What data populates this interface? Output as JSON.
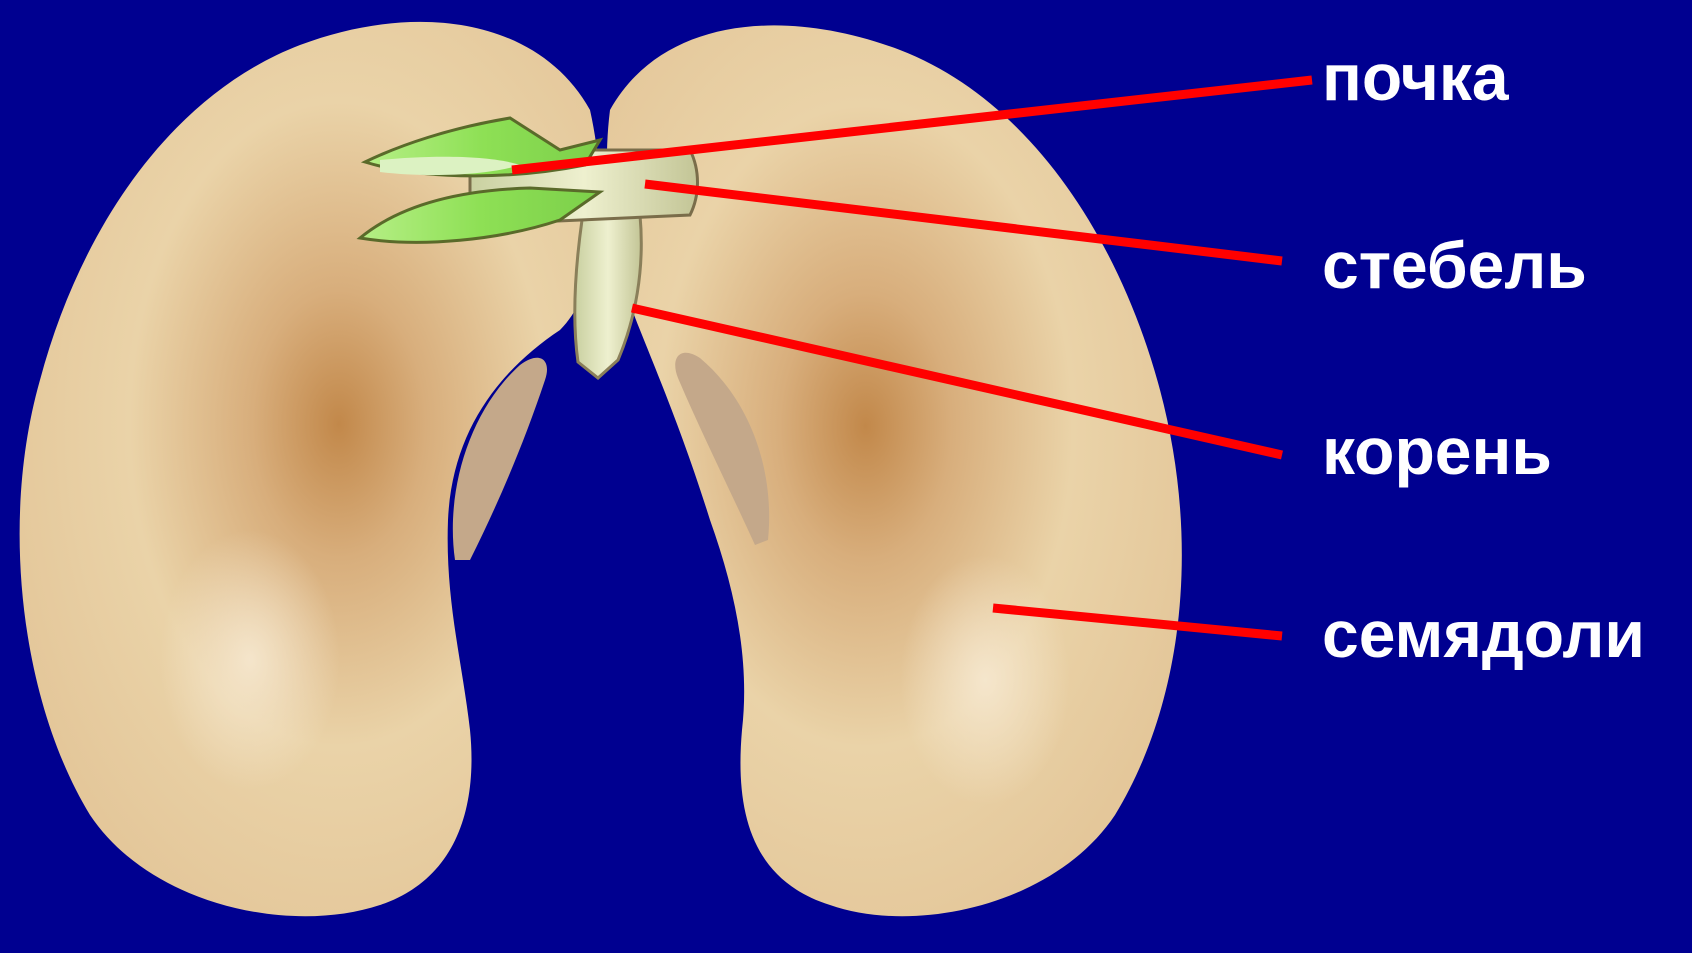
{
  "colors": {
    "background": "#000090",
    "pointer_line": "#ff0000",
    "label_text": "#ffffff",
    "cotyledon": "#ead3a8",
    "cotyledon_shade": "#c08a4c",
    "leaf": "#8ee055",
    "stem": "#e2e6bc"
  },
  "labels": {
    "bud": "почка",
    "stem": "стебель",
    "root": "корень",
    "cotyledons": "семядоли"
  }
}
